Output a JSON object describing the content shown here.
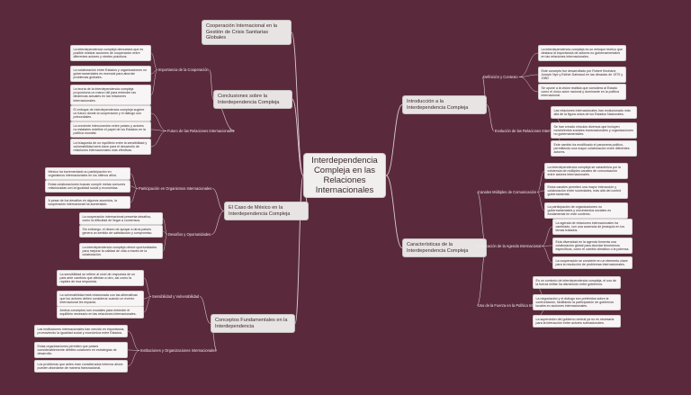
{
  "central": "Interdependencia Compleja en las Relaciones Internacionales",
  "branches": [
    {
      "title": "Cooperación Internacional en la Gestión de Crisis Sanitarias Globales",
      "subs": []
    },
    {
      "title": "Conclusiones sobre la Interdependencia Compleja",
      "subs": [
        {
          "label": "Importancia de la Cooperación",
          "leaves": [
            "La interdependencia compleja demuestra que es posible realizar acciones de cooperación entre diferentes actores y niveles prácticos.",
            "La colaboración entre Estados y organizaciones no gubernamentales es esencial para abordar problemas globales.",
            "La teoría de la interdependencia compleja proporciona un marco útil para entender las dinámicas actuales en las relaciones internacionales."
          ]
        },
        {
          "label": "Futuro de las Relaciones Internacionales",
          "leaves": [
            "El enfoque de interdependencia compleja sugiere un futuro donde la cooperación y el diálogo son primordiales.",
            "La creciente interconexión entre países y actores no estatales redefine el papel de los Estados en la política mundial.",
            "La búsqueda de un equilibrio entre la sensibilidad y vulnerabilidad será clave para el desarrollo de relaciones internacionales más efectivas."
          ]
        }
      ]
    },
    {
      "title": "El Caso de México en la Interdependencia Compleja",
      "subs": [
        {
          "label": "Participación en Organismos Internacionales",
          "leaves": [
            "México ha incrementado su participación en organismos internacionales en los últimos años.",
            "Estas colaboraciones buscan cumplir metas comunes relacionadas con la igualdad social y económica.",
            "A pesar de los desafíos en algunos acuerdos, la cooperación internacional ha aumentado."
          ]
        },
        {
          "label": "Desafíos y Oportunidades",
          "leaves": [
            "La cooperación internacional presenta desafíos, como la dificultad de llegar a consensos.",
            "Sin embargo, el deseo de apoyar a otros países genera un sentido de satisfacción y compromiso.",
            "La interdependencia compleja ofrece oportunidades para mejorar la calidad de vida a través de la colaboración."
          ]
        }
      ]
    },
    {
      "title": "Conceptos Fundamentales en la Interdependencia",
      "subs": [
        {
          "label": "Sensibilidad y Vulnerabilidad",
          "leaves": [
            "La sensibilidad se refiere al nivel de respuesta de un país ante cambios que afectan a otro, así como la rapidez de esa respuesta.",
            "La vulnerabilidad está relacionada con las alternativas que los actores deben considerar cuando un evento internacional les impacta.",
            "Ambos conceptos son cruciales para entender el equilibrio necesario en las relaciones internacionales."
          ]
        },
        {
          "label": "Instituciones y Organizaciones Internacionales",
          "leaves": [
            "Las instituciones internacionales han crecido en importancia, promoviendo la igualdad social y económica entre Estados.",
            "Estas organizaciones permiten que países considerablemente débiles colaboren en estrategias de desarrollo.",
            "Los problemas que antes eran considerados internos ahora pueden abordarse de manera transnacional."
          ]
        }
      ]
    },
    {
      "title": "Introducción a la Interdependencia Compleja",
      "subs": [
        {
          "label": "Definición y Contexto",
          "leaves": [
            "La interdependencia compleja es un enfoque teórico que destaca la importancia de actores no gubernamentales en las relaciones internacionales.",
            "Este concepto fue desarrollado por Robert Keohane, Joseph Nye y Esther Dalmaud en las décadas de 1970 y 1980.",
            "Se opone a la visión realista que considera al Estado como el único actor racional y dominante en la política internacional."
          ]
        },
        {
          "label": "Evolución de las Relaciones Internacionales",
          "leaves": [
            "Las relaciones internacionales han evolucionado más allá de la figura única de los Estados Nacionales.",
            "Se han creado vínculos diversos que incluyen movimientos sociales transnacionales y organizaciones no gubernamentales.",
            "Este cambio ha modificado el panorama político, permitiendo una mayor colaboración entre diferentes actores."
          ]
        }
      ]
    },
    {
      "title": "Características de la Interdependencia Compleja",
      "subs": [
        {
          "label": "Canales Múltiples de Comunicación",
          "leaves": [
            "La interdependencia compleja se caracteriza por la existencia de múltiples canales de comunicación entre actores internacionales.",
            "Estos canales permiten una mayor interacción y colaboración entre sociedades, más allá del control gubernamental.",
            "La participación de organizaciones no gubernamentales y movimientos sociales es fundamental en este contexto."
          ]
        },
        {
          "label": "Modificación de la Agenda Internacional",
          "leaves": [
            "La agenda de relaciones internacionales ha cambiado, con una ausencia de jerarquía en los temas tratados.",
            "Esta diversidad en la agenda fomenta una colaboración global para abordar fenómenos específicos, como el cambio climático o la pobreza.",
            "La cooperación se convierte en un elemento clave para la resolución de problemas internacionales."
          ]
        },
        {
          "label": "Uso de la Fuerza en la Política Internacional",
          "leaves": [
            "En un contexto de interdependencia compleja, el uso de la fuerza militar ha disminuido entre gobiernos.",
            "La negociación y el diálogo son preferidos sobre la confrontación, facilitando la participación de gobiernos locales en acciones internacionales.",
            "La supervisión del gobierno central ya no es necesaria para la interacción entre actores subnacionales."
          ]
        }
      ]
    }
  ]
}
